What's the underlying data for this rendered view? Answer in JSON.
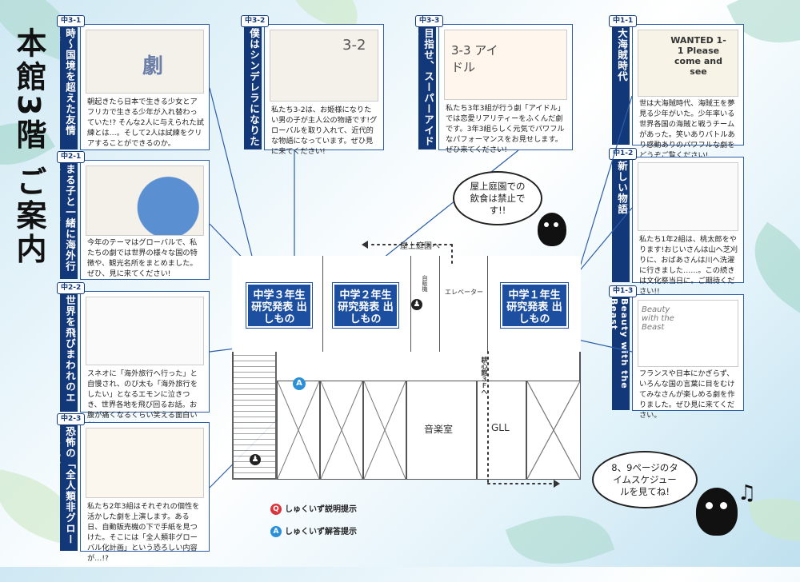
{
  "page_title": "本館3階 ご案内",
  "cards": {
    "c31": {
      "tag": "中3-1",
      "title": "時〜国境を超えた友情 隕石をそえて〜",
      "pic": "劇",
      "desc": "朝起きたら日本で生きる少女とアフリカで生きる少年が入れ替わっていた!? そんな2人に与えられた試練とは…。そして2人は試練をクリアすることができるのか。"
    },
    "c32": {
      "tag": "中3-2",
      "title": "僕はシンデレラになりたい",
      "pic": "3-2",
      "desc": "私たち3-2は、お姫様になりたい男の子が主人公の物語です!グローバルを取り入れて、近代的な物語になっています。ぜひ見に来てください!"
    },
    "c33": {
      "tag": "中3-3",
      "title": "目指せ、スーパーアイドル♪",
      "pic": "3-3 アイドル",
      "desc": "私たち3年3組が行う劇「アイドル」では恋愛リアリティーをふくんだ劇です。3年3組らしく元気でパワフルなパフォーマンスをお見せします。ぜひ来てください!"
    },
    "c11": {
      "tag": "中1-1",
      "title": "大海賊時代",
      "pic": "WANTED 1-1 Please come and see",
      "desc": "世は大海賊時代、海賊王を夢見る少年がいた。少年率いる世界各国の海賊と戦うチームがあった。笑いありバトルあり感動ありのパワフルな劇をどうぞご覧ください!"
    },
    "c12": {
      "tag": "中1-2",
      "title": "新しい物語",
      "pic": "",
      "desc": "私たち1年2組は、桃太郎をやります!おじいさんは山へ芝刈りに、おばあさんは川へ洗濯に行きました……。この続きは文化祭当日に。ご期待ください!!"
    },
    "c13": {
      "tag": "中1-3",
      "title": "Beauty with the Beast",
      "pic": "Beauty with the Beast",
      "desc": "フランスや日本にかぎらず、いろんな国の言葉に目をむけてみなさんが楽しめる劇を作りました。ぜひ見に来てください。"
    },
    "c21": {
      "tag": "中2-1",
      "title": "まる子と一緒に海外行かない?の巻",
      "pic": "",
      "desc": "今年のテーマはグローバルで、私たちの劇では世界の様々な国の特徴や、観光名所をまとめました。ぜひ、見に来てください!"
    },
    "c22": {
      "tag": "中2-2",
      "title": "世界を飛びまわれのエモン",
      "pic": "",
      "desc": "スネオに「海外旅行へ行った」と自慢され、のび太も「海外旅行をしたい」となるエモンに泣きつき、世界各地を飛び回るお話。お腹が痛くなるくらい笑える面白い劇!"
    },
    "c23": {
      "tag": "中2-3",
      "title": "恐怖の「全人類非グローバル化計画」",
      "pic": "",
      "desc": "私たち2年3組はそれぞれの個性を活かした劇を上演します。ある日、自動販売機の下で手紙を見つけた。そこには「全人類非グローバル化計画」という恐ろしい内容が…!?"
    }
  },
  "map": {
    "box3": "中学３年生 研究発表 出しもの",
    "box2": "中学２年生 研究発表 出しもの",
    "box1": "中学１年生 研究発表 出しもの",
    "rooftop": "屋上庭園へ",
    "vending": "自販機",
    "elevator": "エレベーター",
    "music": "音楽室",
    "gll": "GLL",
    "annex": "耕心館３Ｆへ",
    "marker_a": "A"
  },
  "bubbles": {
    "rooftop_note": "屋上庭園での飲食は禁止です!!",
    "schedule_note": "8、9ページのタイムスケジュールを見てね!"
  },
  "legend": {
    "q_label": "しゅくいず説明提示",
    "a_label": "しゅくいず解答提示",
    "q_mark": "Q",
    "a_mark": "A"
  }
}
